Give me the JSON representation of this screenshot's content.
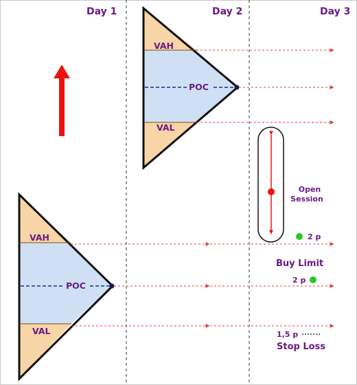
{
  "days": [
    "Day 1",
    "Day 2",
    "Day 3"
  ],
  "profile_labels": {
    "vah": "VAH",
    "poc": "POC",
    "val": "VAL"
  },
  "annotations": {
    "open_session_line1": "Open",
    "open_session_line2": "Session",
    "buy_limit": "Buy Limit",
    "stop_loss": "Stop Loss",
    "offset_top": "2 p",
    "offset_buy": "2 p",
    "offset_stop": "1,5 p"
  },
  "colors": {
    "value_area": "#cfe0f5",
    "tails": "#f8d5a6",
    "arrow_up": "#ee1111",
    "dotted_lines": "#e04040",
    "text": "#6a1a84",
    "marker_green": "#22cc22"
  },
  "icons": {
    "trend": "red-up-arrow",
    "range": "open-session-range-marker"
  }
}
